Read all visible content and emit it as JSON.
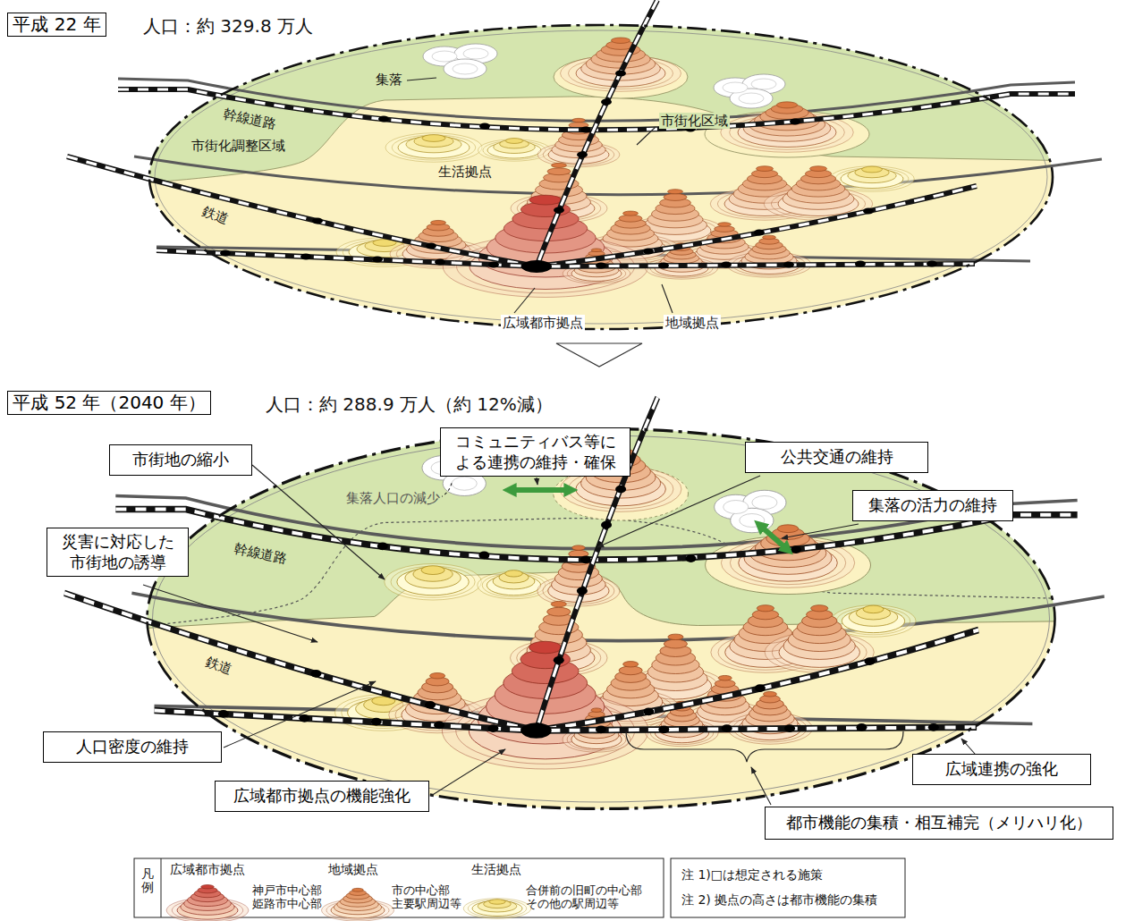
{
  "diagram": {
    "nodes": [
      {
        "text": [
          "平成 22 年"
        ]
      },
      {
        "text": [
          "平成 52 年（2040 年）"
        ]
      },
      {
        "text": [
          "市街地の縮小"
        ]
      },
      {
        "text": [
          "コミュニティバス等に よる連携の維持・確保"
        ]
      },
      {
        "text": [
          "公共交通の維持"
        ]
      },
      {
        "text": [
          "集落の活力の維持"
        ]
      },
      {
        "text": [
          "災害に対応した 市街地の誘導"
        ]
      },
      {
        "text": [
          "人口密度の維持"
        ]
      },
      {
        "text": [
          "広域都市拠点の機能強化"
        ]
      },
      {
        "text": [
          "広域連携の強化"
        ]
      },
      {
        "text": [
          "都市機能の集積・相互補完（メリハリ化）"
        ]
      }
    ],
    "labels": [
      "人口：約 329.8 万人",
      "集落",
      "幹線道路",
      "市街化区域",
      "市街化調整区域",
      "生活拠点",
      "鉄道",
      "広域都市拠点",
      "地域拠点",
      "人口：約 288.9 万人（約 12%減）",
      "集落人口の減少",
      "幹線道路",
      "鉄道",
      "凡例",
      "神戸市中心部 姫路市中心部",
      "市の中心部 主要駅周辺等",
      "合併前の旧町の中心部 その他の駅周辺等",
      "注 1)□は想定される施策",
      "注 2) 拠点の高さは都市機能の集積"
    ],
    "legend": [
      {
        "text": "広域都市拠点"
      },
      {
        "text": "地域拠点"
      },
      {
        "text": "生活拠点"
      }
    ]
  }
}
